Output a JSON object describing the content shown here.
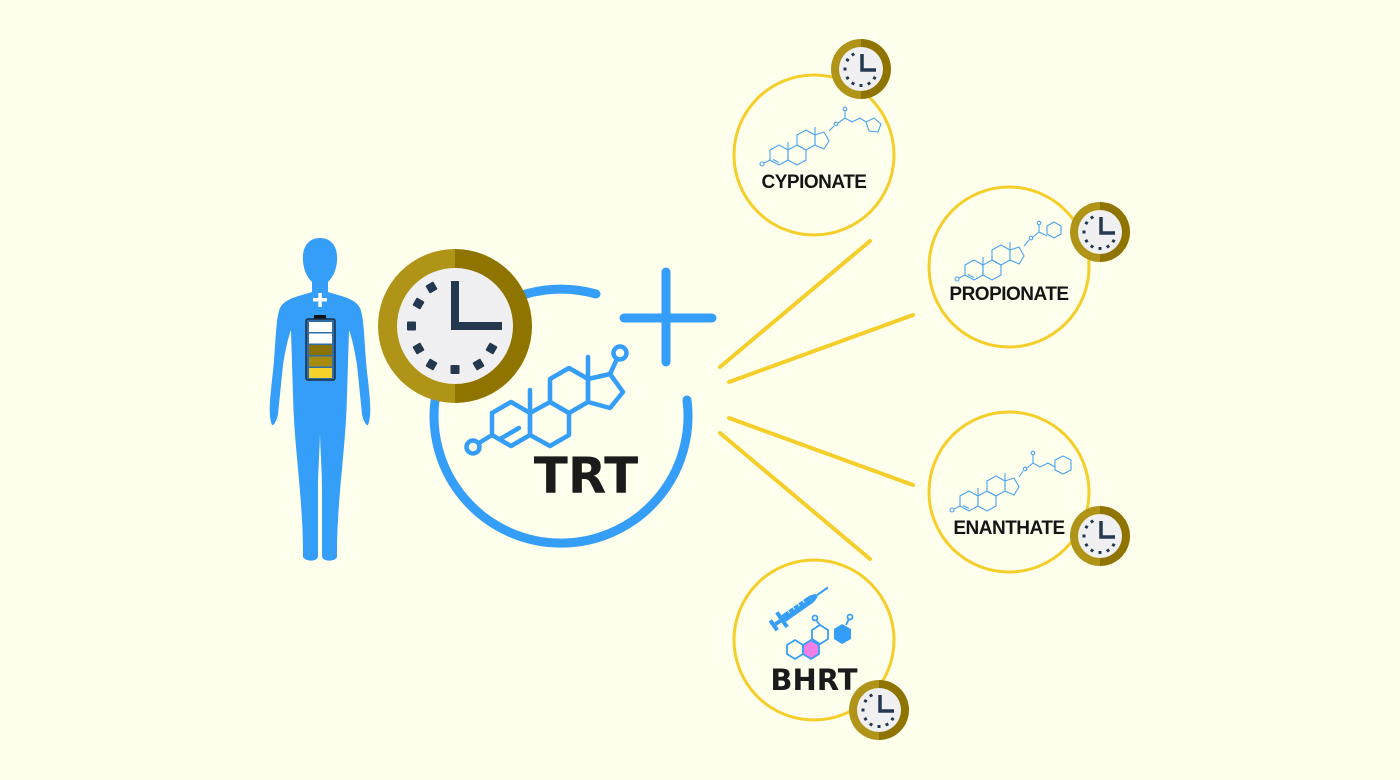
{
  "colors": {
    "background": "#FFFFEE",
    "blue": "#349EF8",
    "yellow": "#F5CE2A",
    "gold_light": "#B09418",
    "gold_dark": "#8F7400",
    "clock_face": "#F0F0F2",
    "clock_hands": "#24384F",
    "text": "#151515",
    "pink": "#F07FE8"
  },
  "center": {
    "label": "TRT",
    "icons": [
      "human-body-icon",
      "battery-icon",
      "clock-icon",
      "testosterone-molecule-icon",
      "plus-icon"
    ]
  },
  "battery": {
    "segments": [
      "#FFFFFF",
      "#FFFFFF",
      "#8A7200",
      "#A88C10",
      "#F5D22A"
    ]
  },
  "options": [
    {
      "id": "cypionate",
      "label": "CYPIONATE",
      "icon": "molecule-cyclopentyl-icon"
    },
    {
      "id": "propionate",
      "label": "PROPIONATE",
      "icon": "molecule-phenyl-icon"
    },
    {
      "id": "enanthate",
      "label": "ENANTHATE",
      "icon": "molecule-cyclohexyl-icon"
    },
    {
      "id": "bhrt",
      "label": "BHRT",
      "icon": "syringe-hexagon-icon"
    }
  ]
}
